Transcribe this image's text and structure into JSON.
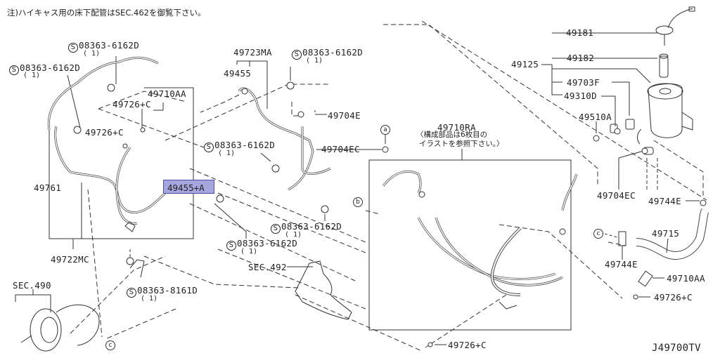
{
  "header": {
    "note": "注)ハイキャス用の床下配管はSEC.462を御覧下さい。"
  },
  "diagram_id": "J49700TV",
  "highlighted_part": "49455+A",
  "parts": {
    "left_group": {
      "bolt_top": {
        "number": "08363-6162D",
        "qty": "( 1)"
      },
      "bolt_left": {
        "number": "08363-6162D",
        "qty": "( 1)"
      },
      "p49710AA": "49710AA",
      "p49726C_a": "49726+C",
      "p49726C_b": "49726+C",
      "p49761": "49761",
      "p49722MC": "49722MC",
      "p49455A": "49455+A",
      "bolt_mid": {
        "number": "08363-6162D",
        "qty": "( 1)"
      },
      "bolt_bottom": {
        "number": "08363-8161D",
        "qty": "( 1)"
      },
      "sec490": "SEC.490"
    },
    "center_group": {
      "p49723MA": "49723MA",
      "p49455": "49455",
      "bolt_top": {
        "number": "08363-6162D",
        "qty": "( 1)"
      },
      "p49704E": "49704E",
      "p49704EC": "49704EC",
      "bolt_left": {
        "number": "08363-6162D",
        "qty": "( 1)"
      },
      "bolt_right": {
        "number": "08363-6162D",
        "qty": "( 1)"
      },
      "sec492": "SEC.492"
    },
    "box_group": {
      "p49710RA": "49710RA",
      "note_line1": "〈構成部品は6枚目の",
      "note_line2": "イラストを参照下さい。〉",
      "p49726C": "49726+C"
    },
    "right_group": {
      "p49125": "49125",
      "p49181": "49181",
      "p49182": "49182",
      "p49703F": "49703F",
      "p49310D": "49310D",
      "p49510A": "49510A",
      "p49704EC": "49704EC",
      "p49744E_a": "49744E",
      "p49744E_b": "49744E",
      "p49715": "49715",
      "p49710AA": "49710AA",
      "p49726C": "49726+C"
    }
  },
  "ref_markers": {
    "a": "a",
    "b": "b",
    "c": "c",
    "s": "S"
  }
}
